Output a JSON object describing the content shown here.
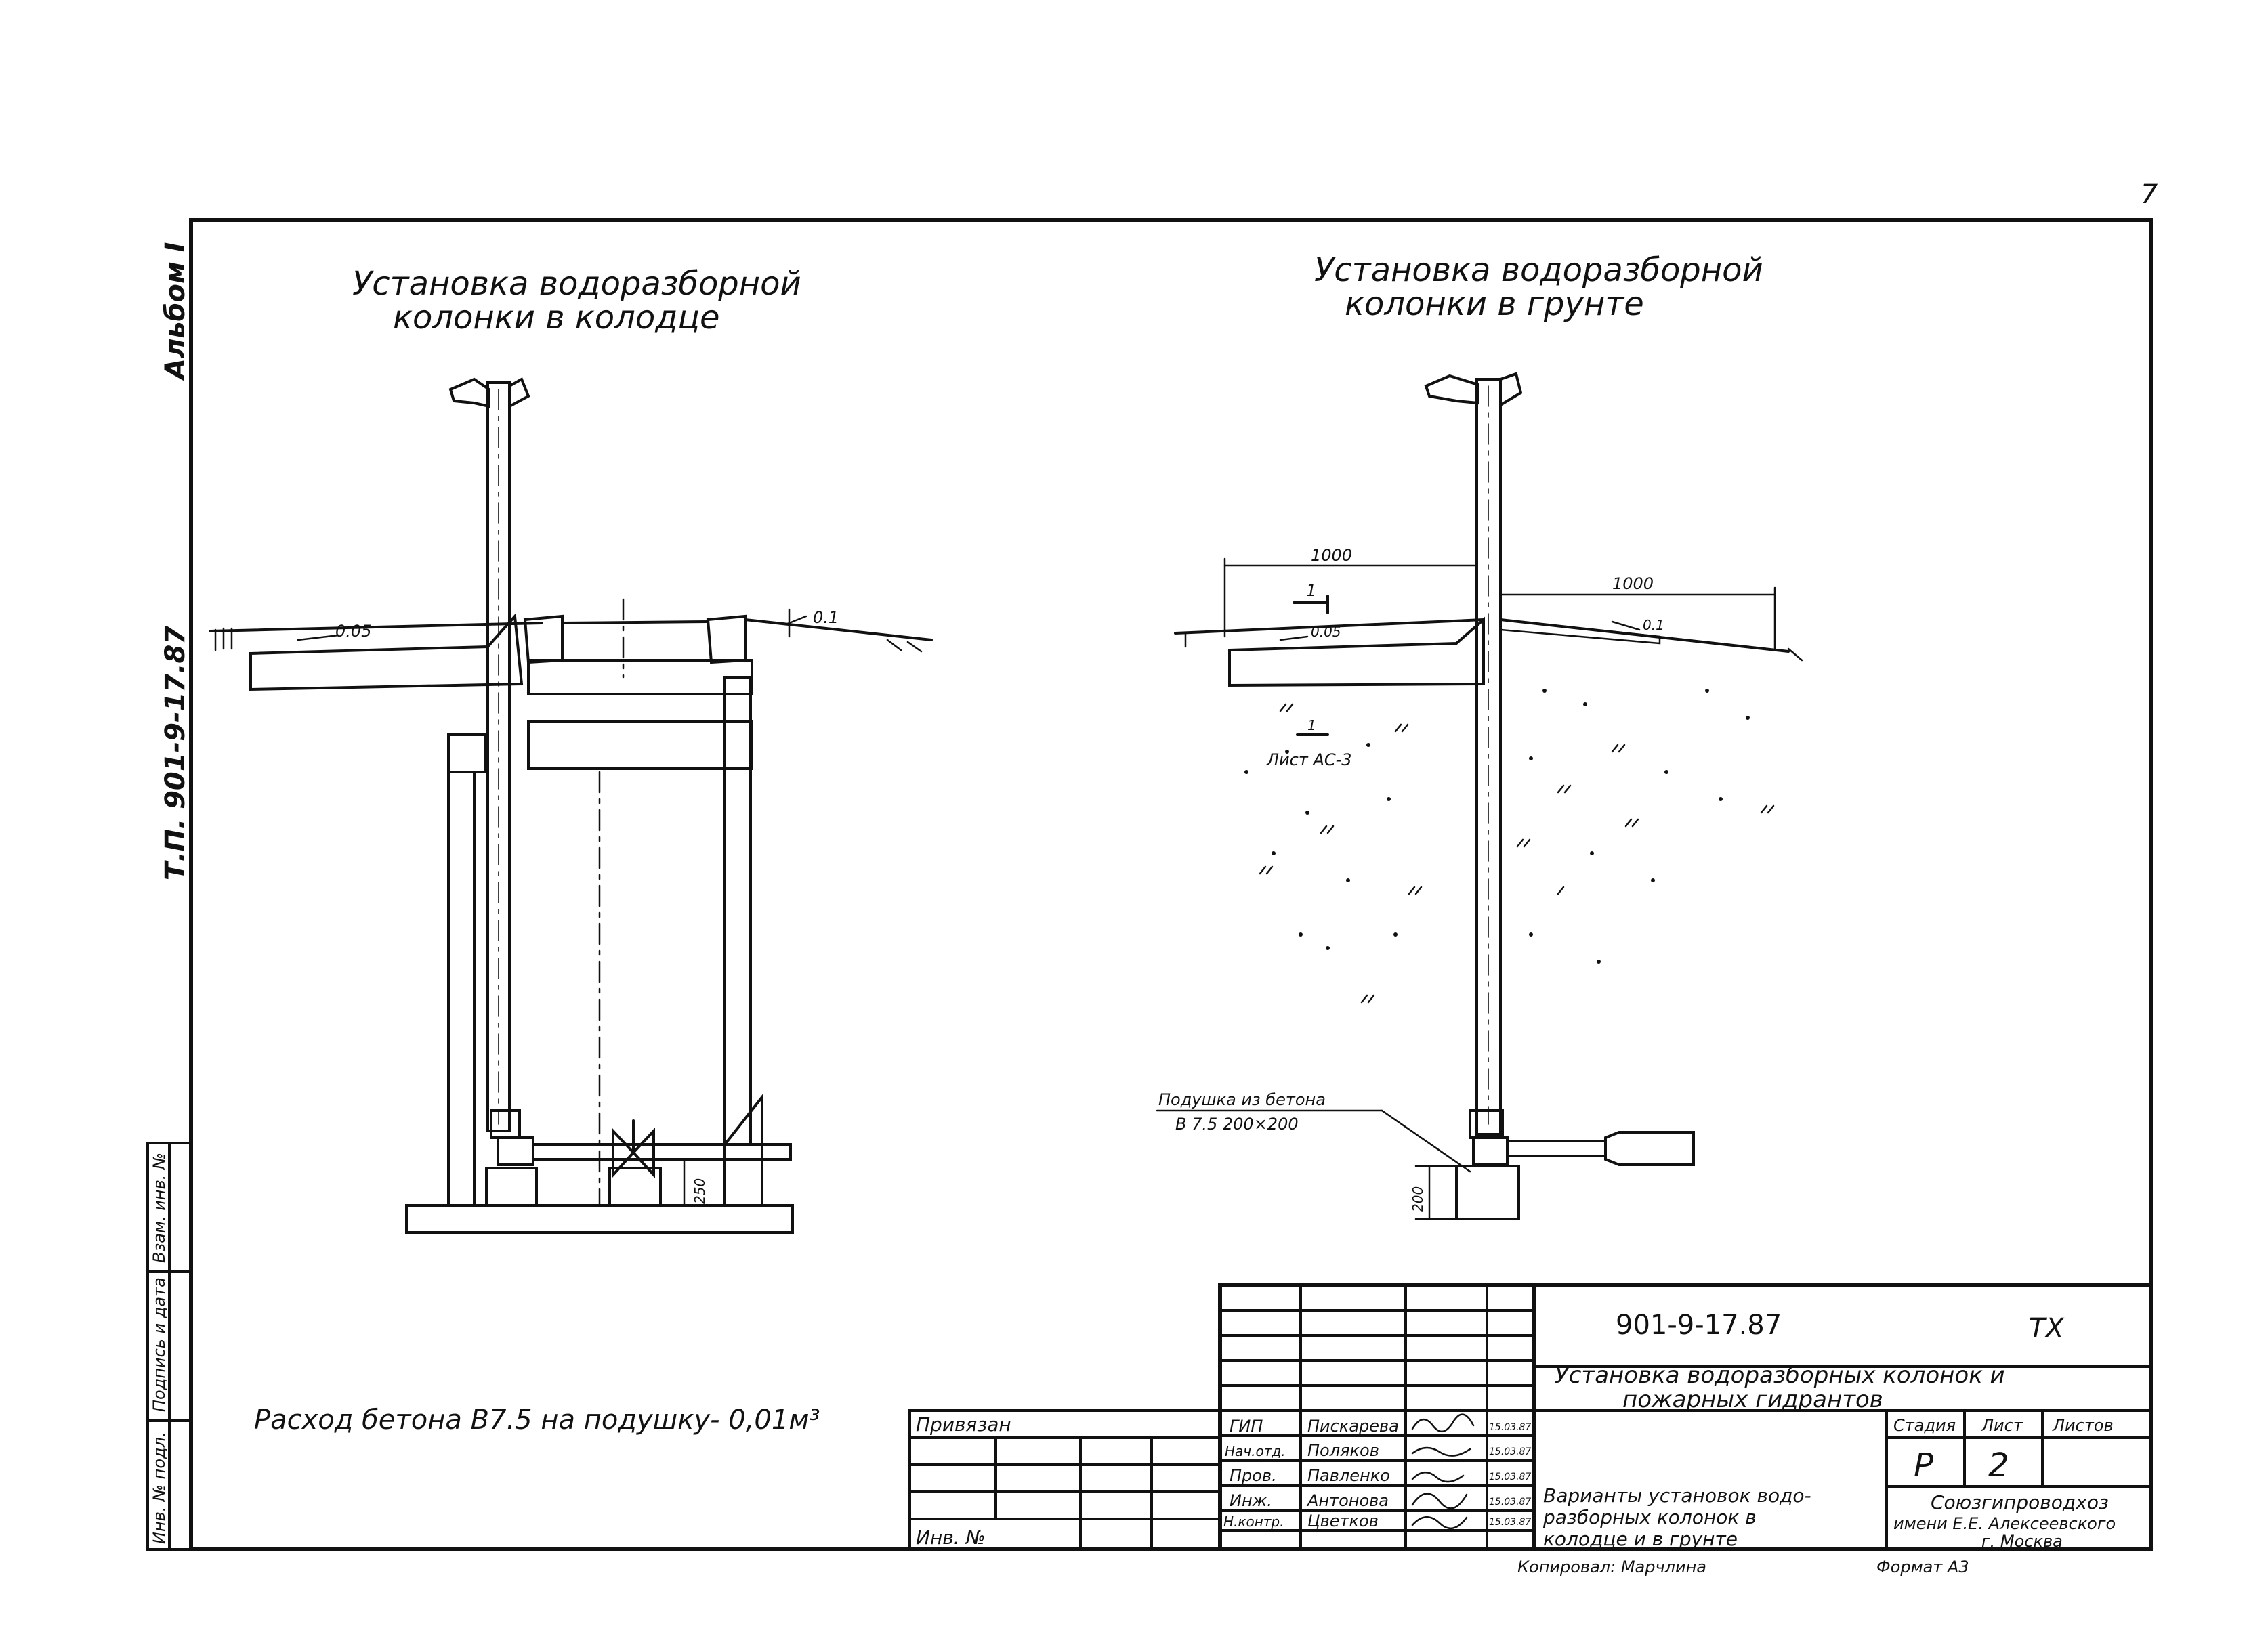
{
  "page_number": "7",
  "side_labels": {
    "album": "Альбом I",
    "project_code": "Т.П. 901-9-17.87"
  },
  "left_stamp": {
    "vzam_inv": "Взам. инв. №",
    "signature_date": "Подпись и дата",
    "inv_podl": "Инв. № подл."
  },
  "drawing_left": {
    "title_line1": "Установка водоразборной",
    "title_line2": "колонки в колодце",
    "slope_left": "0.05",
    "slope_right": "0.1",
    "dim_250": "250"
  },
  "drawing_right": {
    "title_line1": "Установка водоразборной",
    "title_line2": "колонки в грунте",
    "dim_left": "1000",
    "dim_right": "1000",
    "slope_left": "0.05",
    "slope_right": "0.1",
    "section_mark": "1",
    "section_ref": "Лист АС-3",
    "cushion_line1": "Подушка из бетона",
    "cushion_line2": "В 7.5   200×200",
    "dim_200": "200"
  },
  "concrete_note": "Расход бетона В7.5 на подушку- 0,01м³",
  "tied_block": {
    "label": "Привязан",
    "inv_label": "Инв. №"
  },
  "title_block": {
    "doc_code": "901-9-17.87",
    "mark": "ТХ",
    "project_title_line1": "Установка водоразборных колонок и",
    "project_title_line2": "пожарных гидрантов",
    "sheet_title_line1": "Варианты установок водо-",
    "sheet_title_line2": "разборных колонок в",
    "sheet_title_line3": "колодце и в грунте",
    "stage_header": "Стадия",
    "sheet_header": "Лист",
    "sheets_header": "Листов",
    "stage": "Р",
    "sheet": "2",
    "sheets": "",
    "org_line1": "Союзгипроводхоз",
    "org_line2": "имени Е.Е. Алексеевского",
    "org_line3": "г. Москва",
    "people": [
      {
        "role": "ГИП",
        "name": "Пискарева",
        "date": "15.03.87"
      },
      {
        "role": "Нач.отд.",
        "name": "Поляков",
        "date": "15.03.87"
      },
      {
        "role": "Пров.",
        "name": "Павленко",
        "date": "15.03.87"
      },
      {
        "role": "Инж.",
        "name": "Антонова",
        "date": "15.03.87"
      },
      {
        "role": "Н.контр.",
        "name": "Цветков",
        "date": "15.03.87"
      }
    ]
  },
  "footer": {
    "copied_by": "Копировал: Марчлина",
    "format": "Формат А3"
  }
}
